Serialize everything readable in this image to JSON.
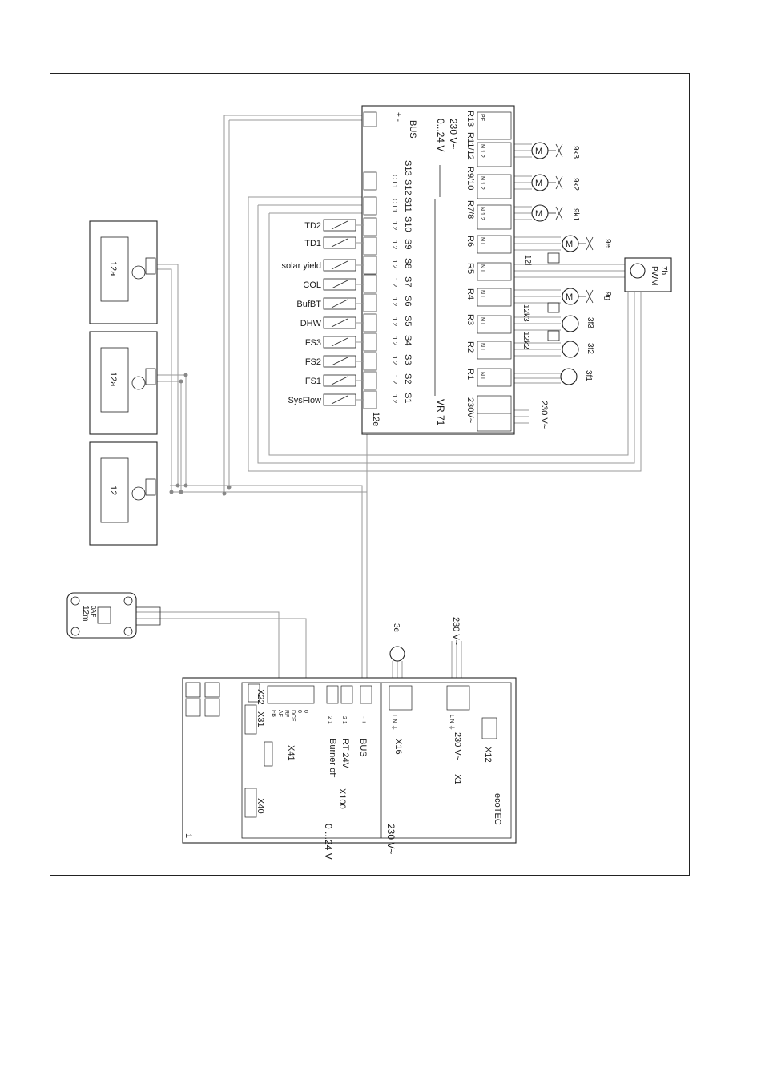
{
  "vr71": {
    "title": "VR 71",
    "ref": "12e",
    "bus_label": "BUS",
    "bus_pins": "+ -",
    "voltage_low": "0...24 V",
    "voltage_high": "230 V~",
    "supply_label": "230V~",
    "sensor_terminals": [
      "S1",
      "S2",
      "S3",
      "S4",
      "S5",
      "S6",
      "S7",
      "S8",
      "S9",
      "S10",
      "S11",
      "S12",
      "S13"
    ],
    "sensor_pin_label": "1 2",
    "sensor_pin_label_io": "O I 1",
    "relay_terminals": [
      "R1",
      "R2",
      "R3",
      "R4",
      "R5",
      "R6",
      "R7/8",
      "R9/10",
      "R11/12",
      "R13"
    ],
    "relay_pin_label": "N L",
    "relay_pin_label_mix": "N 1 2",
    "pe_label": "PE"
  },
  "sensors": [
    "SysFlow",
    "FS1",
    "FS2",
    "FS3",
    "DHW",
    "BufBT",
    "COL",
    "solar yield",
    "TD1",
    "TD2"
  ],
  "pumps": [
    "3f1",
    "3f2",
    "3f3",
    "12k3",
    "12k2"
  ],
  "valves": [
    "9e",
    "9g",
    "9k1",
    "9k2",
    "9k3"
  ],
  "pwm": {
    "label": "PWM",
    "ref": "7b"
  },
  "room_units": [
    "12a",
    "12a",
    "12"
  ],
  "misc_labels": {
    "ref_12l": "12l",
    "supply_230_right": "230 V~",
    "supply_230_bottom": "230 V~",
    "pump_3e": "3e"
  },
  "outdoor_sensor": {
    "ref": "12m",
    "terminal": "AF",
    "pin": "0"
  },
  "ecotec": {
    "ref": "1",
    "name": "ecoTEC",
    "x40": "X40",
    "x41": "X41",
    "x31": "X31",
    "x22": "X22",
    "x22_pins": [
      "FB",
      "AF",
      "RF",
      "DCF",
      "0",
      "0"
    ],
    "x100": "X100",
    "burner_off": "Burner off",
    "rt24v": "RT 24V",
    "bus": "BUS",
    "x16": "X16",
    "x1": "X1",
    "x1_voltage": "230 V~",
    "x12": "X12",
    "low_voltage": "0 ...24 V",
    "high_voltage": "230 V~",
    "pins_12": "2 1",
    "pins_bus": "- +",
    "pins_lne": "L N ⏚"
  }
}
